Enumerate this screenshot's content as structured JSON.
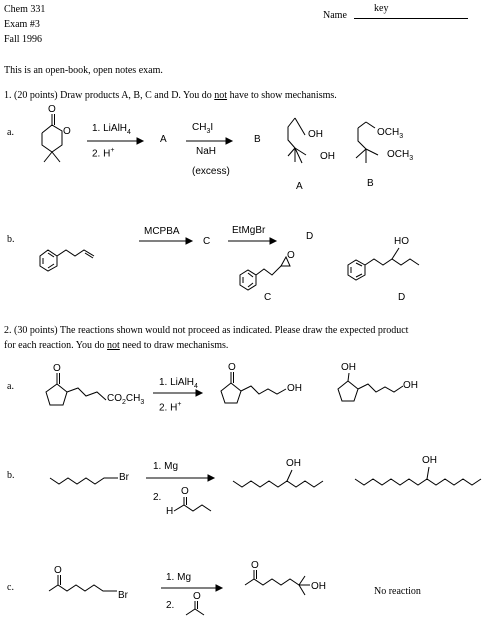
{
  "header": {
    "course": "Chem 331",
    "exam": "Exam #3",
    "term": "Fall 1996",
    "name_label": "Name",
    "name_value": "key"
  },
  "intro": "This is an open-book, open notes exam.",
  "q1": {
    "prompt_pre": "1.  (20 points) Draw products A, B, C and D. You do ",
    "prompt_not": "not",
    "prompt_post": " have to show mechanisms.",
    "a": {
      "label": "a.",
      "step1": "1. LiAlH",
      "step1_sub": "4",
      "step2": "2. H",
      "step2_sup": "+",
      "A": "A",
      "reagent_top": "CH",
      "reagent_top_sub": "3",
      "reagent_top_tail": "I",
      "reagent_bottom": "NaH",
      "excess": "(excess)",
      "B": "B",
      "OH": "OH",
      "OCH3": "OCH",
      "OCH3_sub": "3",
      "O": "O",
      "ans_A": "A",
      "ans_B": "B"
    },
    "b": {
      "label": "b.",
      "reagent1": "MCPBA",
      "C": "C",
      "reagent2": "EtMgBr",
      "D": "D",
      "O": "O",
      "HO": "HO",
      "ans_C": "C",
      "ans_D": "D"
    }
  },
  "q2": {
    "prompt_line1": "2.  (30 points)  The reactions shown would not proceed as indicated.  Please draw the expected product",
    "prompt_line2_pre": "for each reaction. You do ",
    "prompt_not": "not",
    "prompt_line2_post": " need to draw mechanisms.",
    "a": {
      "label": "a.",
      "O": "O",
      "ester": "CO",
      "ester_sub2": "2",
      "ester_ch": "CH",
      "ester_sub3": "3",
      "step1": "1. LiAlH",
      "step1_sub": "4",
      "step2": "2. H",
      "step2_sup": "+",
      "OH": "OH"
    },
    "b": {
      "label": "b.",
      "Br": "Br",
      "step1": "1. Mg",
      "step2": "2.",
      "H": "H",
      "O": "O",
      "OH": "OH"
    },
    "c": {
      "label": "c.",
      "O": "O",
      "Br": "Br",
      "step1": "1. Mg",
      "step2": "2.",
      "OH": "OH",
      "no_reaction": "No reaction"
    }
  }
}
